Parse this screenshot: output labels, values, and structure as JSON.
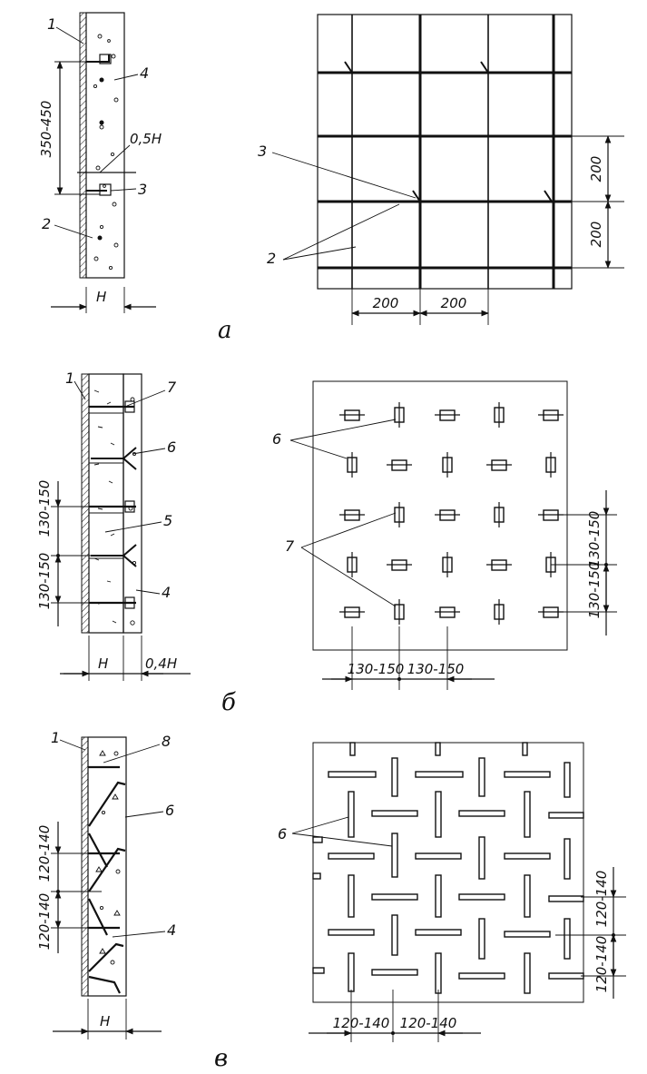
{
  "panels": {
    "a": {
      "letter": "а",
      "section_dims": [
        "350-450",
        "0,5H",
        "H"
      ],
      "section_callouts": [
        "1",
        "4",
        "3",
        "2"
      ],
      "plan_dims": [
        "200",
        "200",
        "200",
        "200"
      ],
      "plan_callouts": [
        "3",
        "2"
      ]
    },
    "b": {
      "letter": "б",
      "section_dims": [
        "130-150",
        "130-150",
        "H",
        "0,4H"
      ],
      "section_callouts": [
        "1",
        "7",
        "6",
        "5",
        "4"
      ],
      "plan_dims": [
        "130-150",
        "130-150",
        "130-150",
        "130-150"
      ],
      "plan_callouts": [
        "6",
        "7"
      ]
    },
    "c": {
      "letter": "в",
      "section_dims": [
        "120-140",
        "120-140",
        "H"
      ],
      "section_callouts": [
        "1",
        "8",
        "6",
        "4"
      ],
      "plan_dims": [
        "120-140",
        "120-140",
        "120-140",
        "120-140"
      ],
      "plan_callouts": [
        "6"
      ]
    }
  }
}
